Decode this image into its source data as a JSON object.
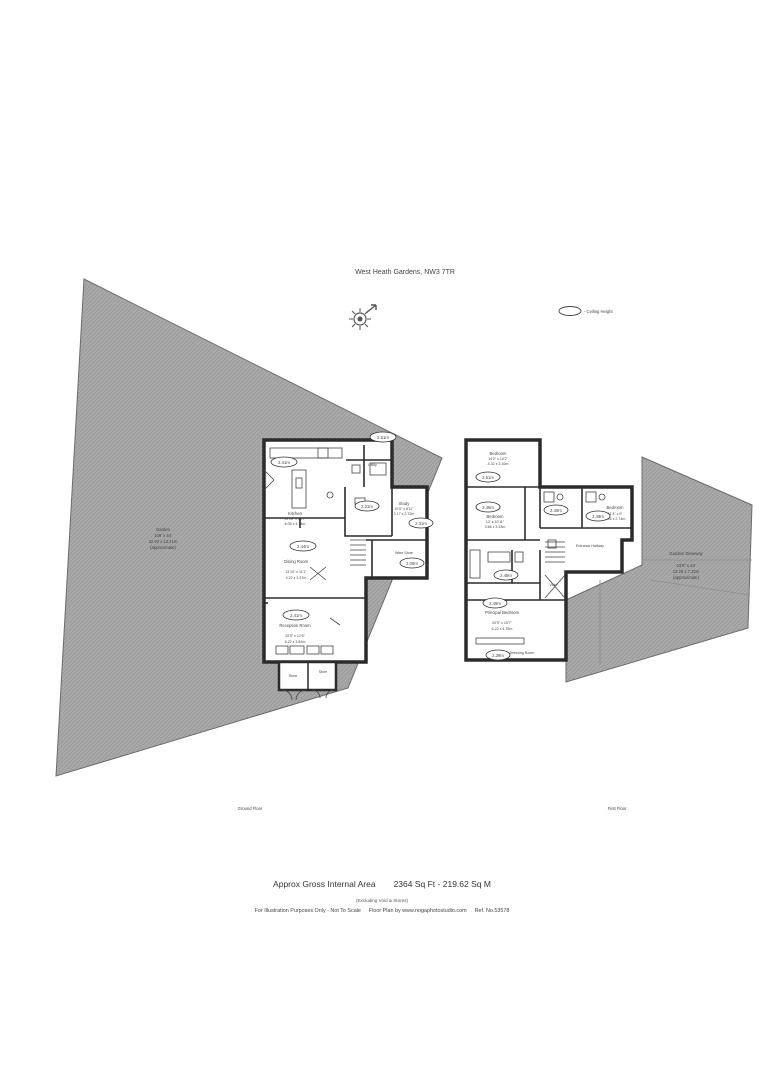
{
  "title": "West Heath Gardens, NW3 7TR",
  "legend": {
    "label": "- Ceiling Height"
  },
  "icons": {
    "compass": "compass-sun-icon"
  },
  "colors": {
    "hatch": "#a9a9a9",
    "hatch_line": "#979797",
    "wall": "#2b2b2b",
    "room": "#ffffff"
  },
  "ground_floor": {
    "label": "Ground Floor",
    "garden": {
      "name": "Garden",
      "imperial": "108' x 44'",
      "metric": "32.92 x 13.41m",
      "note": "(approximate)"
    },
    "kitchen": {
      "name": "Kitchen",
      "imperial": "19'10\" x 13'7\"",
      "metric": "6.05 x 4.14m"
    },
    "dining": {
      "name": "Dining Room",
      "imperial": "13'10\" x 11'1\"",
      "metric": "4.22 x 3.37m"
    },
    "reception": {
      "name": "Reception Room",
      "imperial": "20'5\" x 12'6\"",
      "metric": "6.22 x 3.81m"
    },
    "study": {
      "name": "Study",
      "imperial": "10'5\" x 8'11\"",
      "metric": "3.17 x 2.72m"
    },
    "utility": {
      "name": "Utility"
    },
    "wine_store": {
      "name": "Wine Store"
    },
    "store_1": {
      "name": "Store"
    },
    "store_2": {
      "name": "Store"
    },
    "heights": [
      "2.51m",
      "2.41m",
      "2.21m",
      "2.31m",
      "2.44m",
      "2.06m",
      "2.41m"
    ]
  },
  "first_floor": {
    "label": "First Floor",
    "bedroom_1": {
      "name": "Bedroom",
      "imperial": "14'2\" x 10'2\"",
      "metric": "4.32 x 3.10m"
    },
    "bedroom_2": {
      "name": "Bedroom",
      "imperial": "12' x 10'11\"",
      "metric": "3.66 x 3.33m"
    },
    "bedroom_3": {
      "name": "Bedroom",
      "imperial": "11'4\" x 9'",
      "metric": "3.45 x 2.74m"
    },
    "principal": {
      "name": "Principal Bedroom",
      "imperial": "20'5\" x 15'7\"",
      "metric": "6.22 x 4.75m"
    },
    "dressing": {
      "name": "Dressing Room"
    },
    "hallway": {
      "name": "Entrance Hallway"
    },
    "void": {
      "name": "Void"
    },
    "driveway": {
      "name": "Garden/ Driveway",
      "imperial": "43'6\" x 24'",
      "metric": "13.26 x 7.32m",
      "note": "(approximate)"
    },
    "heights": [
      "2.51m",
      "2.46m",
      "2.49m",
      "2.49m",
      "2.49m",
      "2.49m",
      "2.39m"
    ]
  },
  "area": {
    "label": "Approx Gross Internal Area",
    "sqft": "2364 Sq Ft",
    "sqm": "- 219.62 Sq M",
    "exclusion": "(Excluding Void & Stores)"
  },
  "illustration": {
    "note": "For Illustration Purposes Only - Not To Scale",
    "credit": "Floor Plan by www.nogaphotostudio.com",
    "ref": "Ref. No.53578"
  }
}
